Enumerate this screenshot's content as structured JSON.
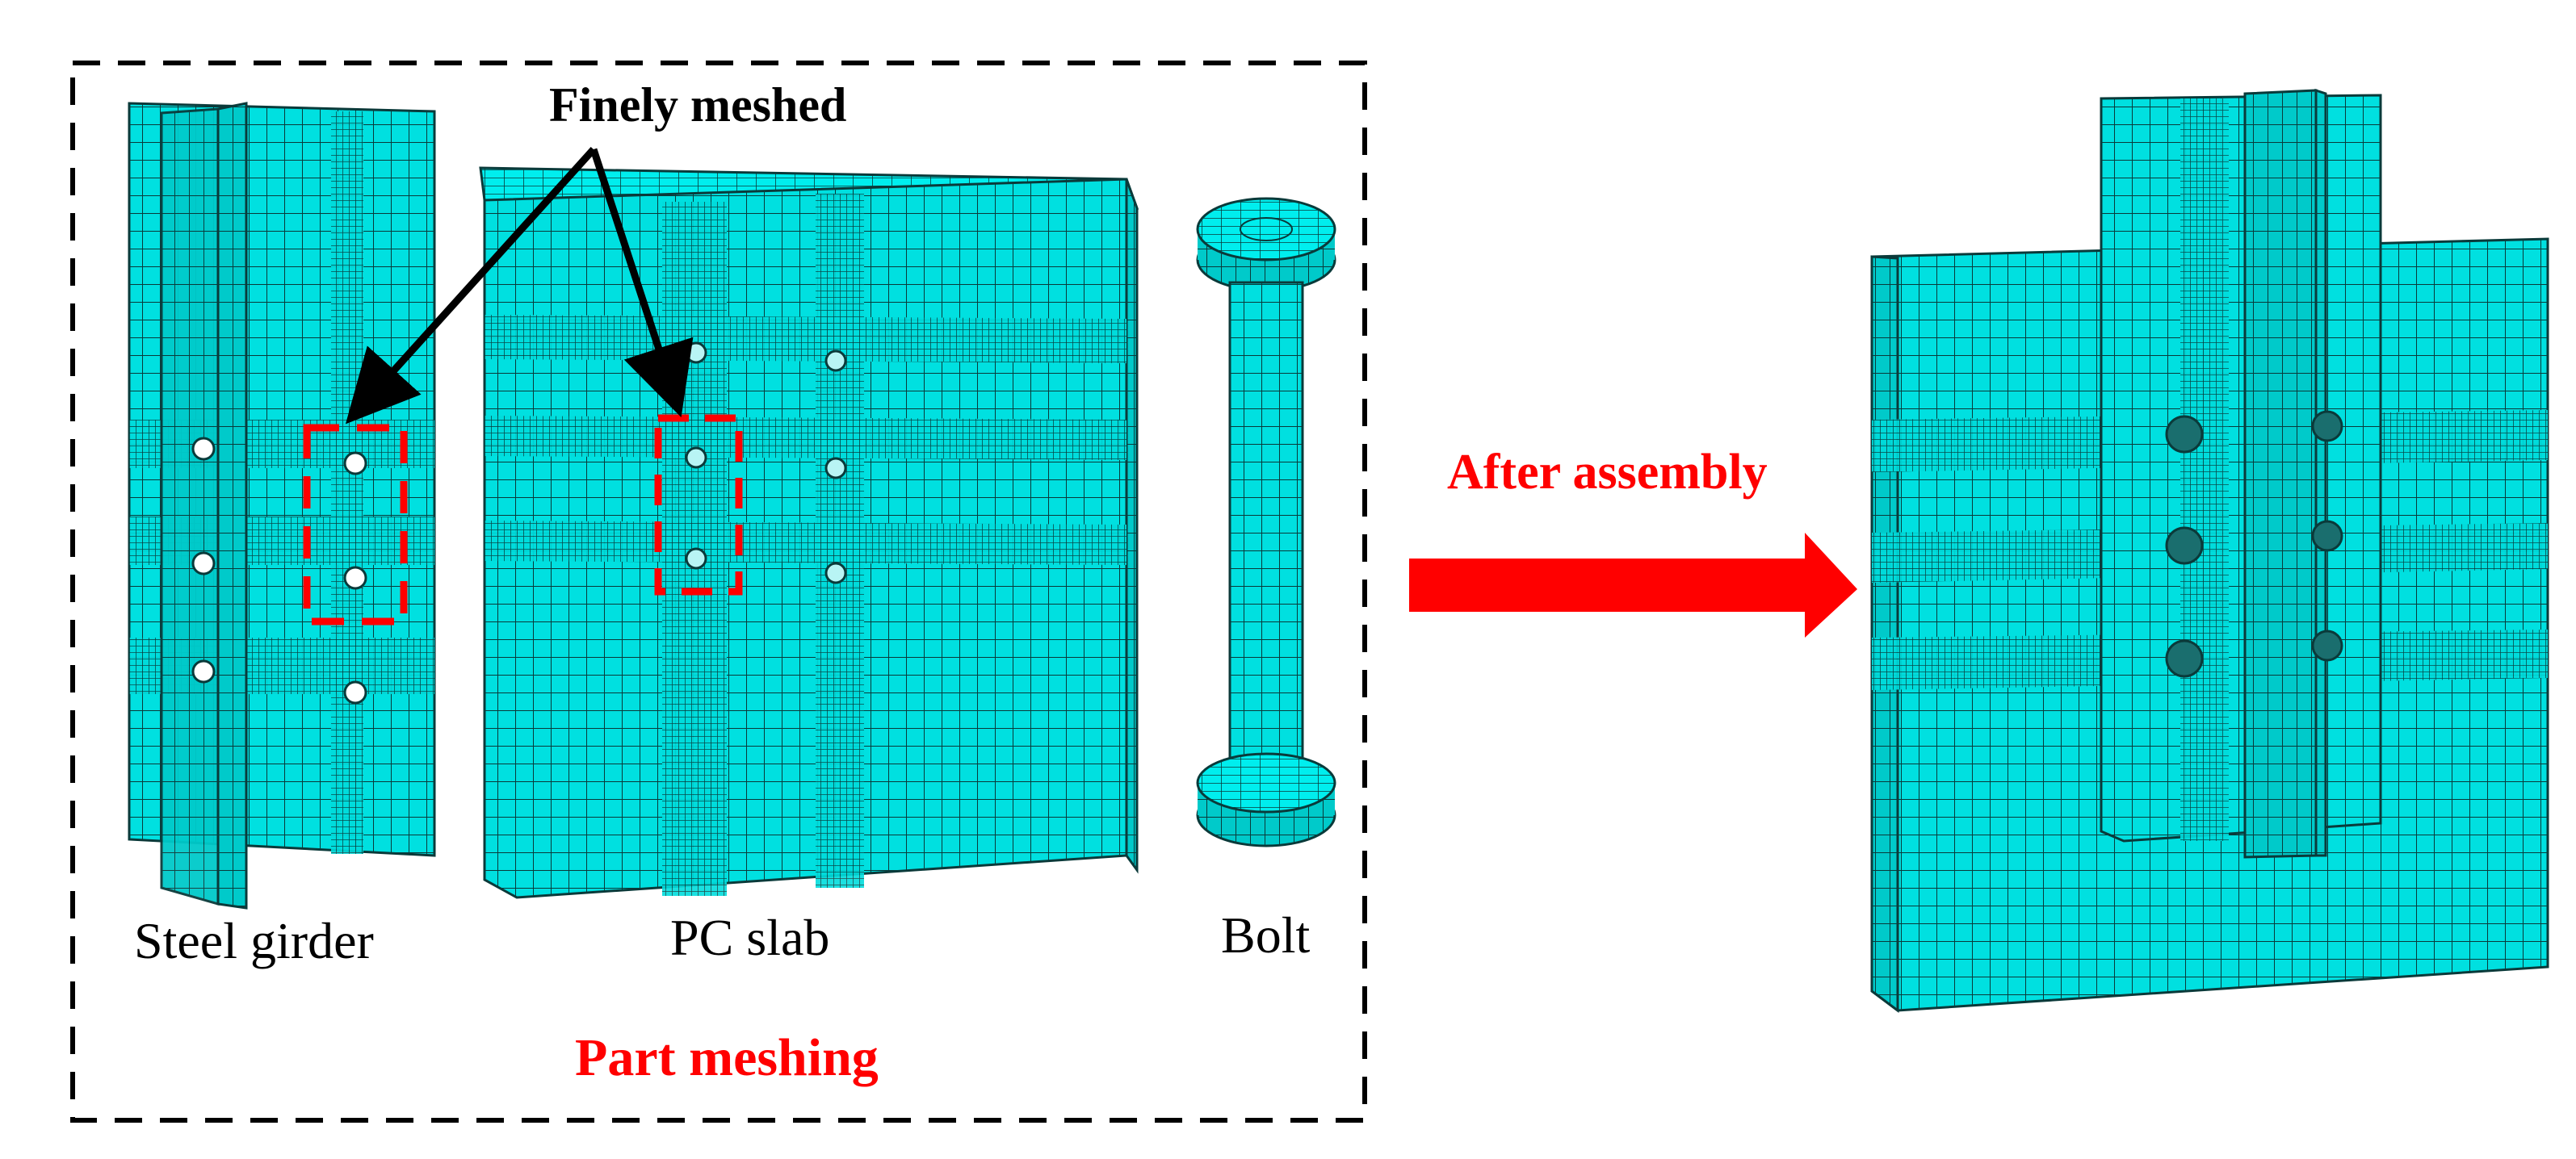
{
  "labels": {
    "finely_meshed": "Finely meshed",
    "steel_girder": "Steel girder",
    "pc_slab": "PC slab",
    "bolt": "Bolt",
    "part_meshing": "Part meshing",
    "after_assembly": "After assembly"
  },
  "colors": {
    "mesh_fill": "#00e0e0",
    "mesh_line": "#0a3a3a",
    "highlight": "#ff0000",
    "annotation": "#000000",
    "frame": "#000000"
  }
}
